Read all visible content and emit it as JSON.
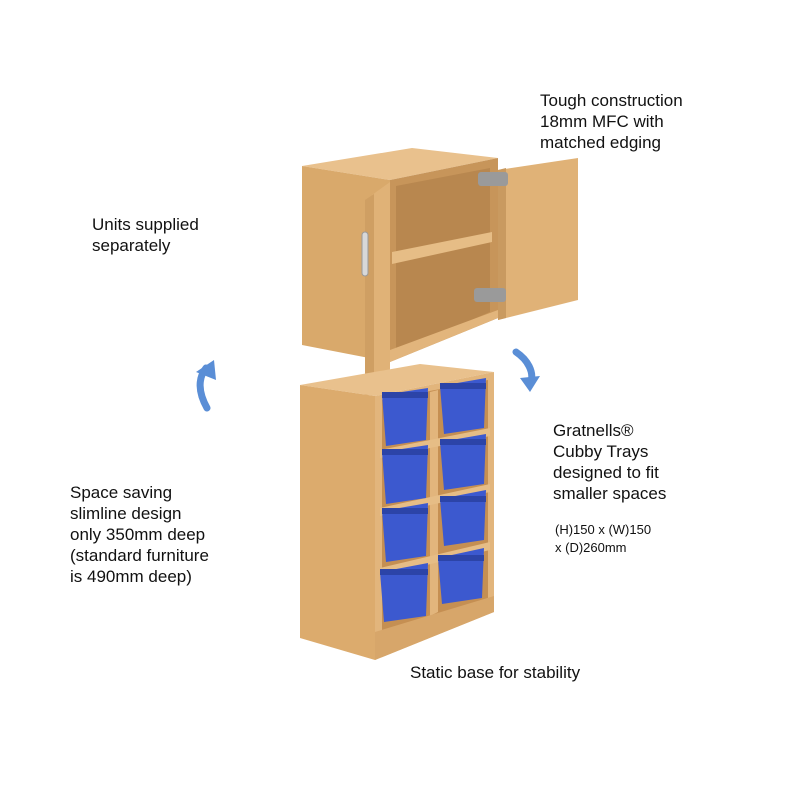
{
  "captions": {
    "construction": "Tough construction\n18mm MFC with\nmatched edging",
    "units": "Units supplied\nseparately",
    "trays": "Gratnells®\nCubby Trays\ndesigned to fit\nsmaller spaces",
    "dims": "(H)150 x (W)150\nx (D)260mm",
    "space": "Space saving\nslimline design\nonly 350mm deep\n(standard furniture\nis 490mm deep)",
    "base": "Static base for stability"
  },
  "colors": {
    "wood": "#e2b57c",
    "wood_dark": "#c99a60",
    "wood_inner": "#d8a86b",
    "tray": "#3c59cf",
    "tray_dark": "#2c44a8",
    "arrow": "#5a8ed6",
    "text": "#111111"
  },
  "tray_layout": {
    "columns": 2,
    "rows": 4
  },
  "icons": [
    "curved-arrow-up-icon",
    "curved-arrow-down-icon",
    "hinge-icon",
    "door-handle-icon"
  ]
}
